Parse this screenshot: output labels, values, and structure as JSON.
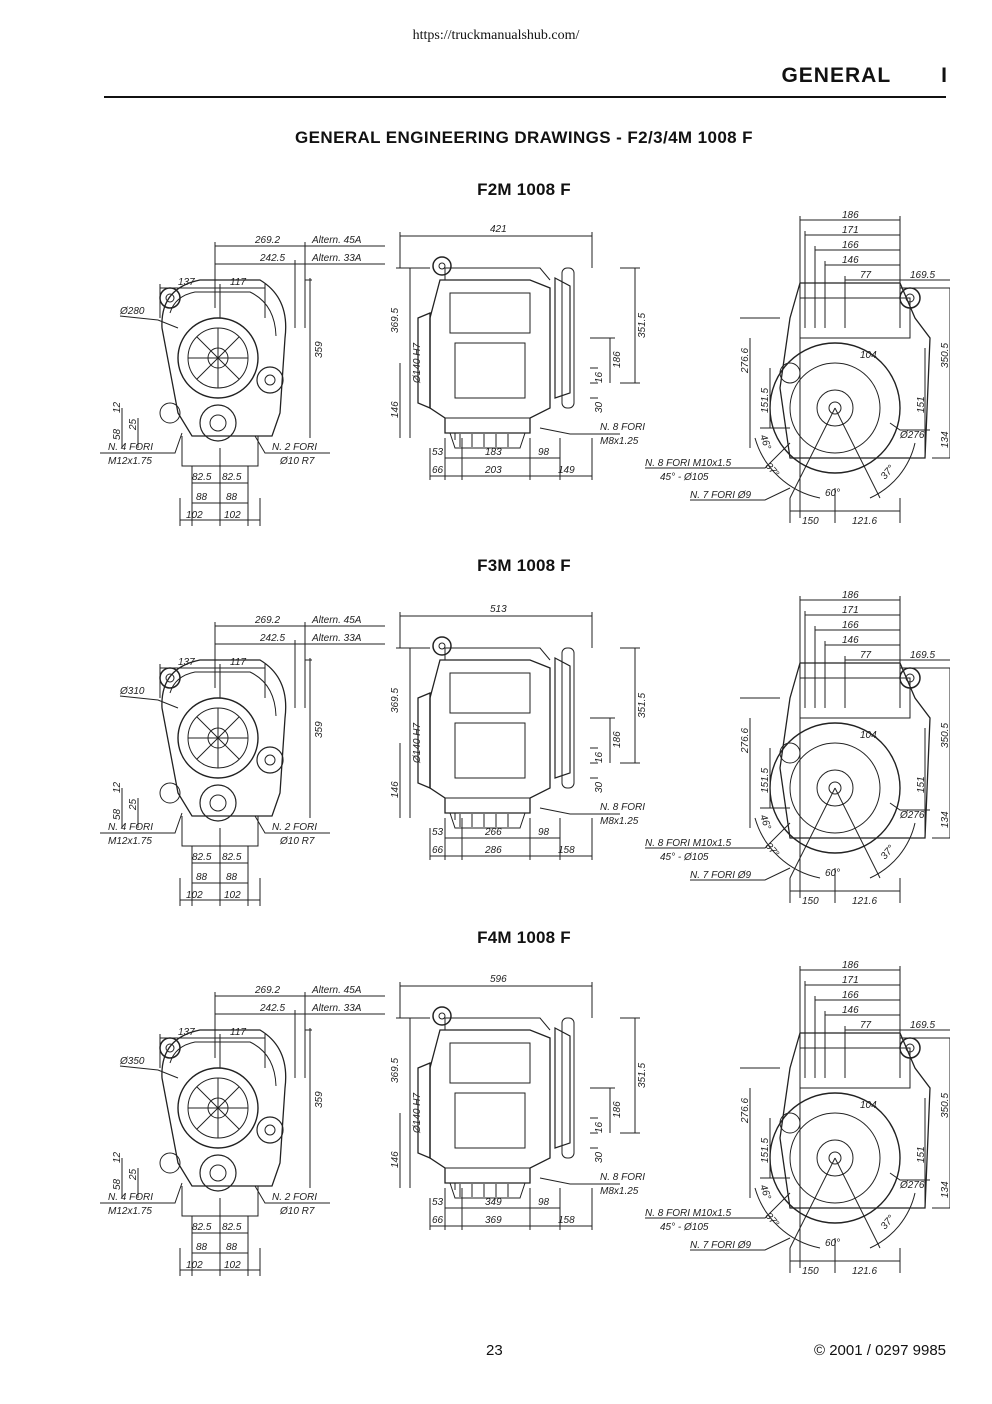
{
  "header": {
    "url": "https://truckmanualshub.com/",
    "section_title": "GENERAL",
    "section_number": "I"
  },
  "page_title": "GENERAL ENGINEERING DRAWINGS - F2/3/4M 1008 F",
  "common_dims": {
    "alt45": "269.2",
    "alt45_label": "Altern. 45A",
    "alt33": "242.5",
    "alt33_label": "Altern. 33A",
    "d137": "137",
    "d117": "117",
    "d359": "359",
    "d58": "58",
    "d12": "12",
    "d25": "25",
    "holes4": "N. 4 FORI",
    "m12": "M12x1.75",
    "holes2": "N. 2 FORI",
    "r10": "Ø10 R7",
    "d825a": "82.5",
    "d825b": "82.5",
    "d88a": "88",
    "d88b": "88",
    "d102a": "102",
    "d102b": "102",
    "d369": "369.5",
    "d140": "Ø140 H7",
    "d146": "146",
    "d3515": "351.5",
    "d186v": "186",
    "d16": "16",
    "d30": "30",
    "d53": "53",
    "d66": "66",
    "holes8": "N. 8 FORI",
    "m8": "M8x1.25",
    "r186": "186",
    "r171": "171",
    "r166": "166",
    "r146": "146",
    "r77": "77",
    "r1695": "169.5",
    "r2766": "276.6",
    "r1515": "151.5",
    "r104": "104",
    "r3505": "350.5",
    "r151": "151",
    "r276": "Ø276",
    "r134": "134",
    "r46": "46°",
    "r37a": "37°",
    "r37b": "37°",
    "r60": "60°",
    "rholes8": "N. 8 FORI M10x1.5",
    "r45": "45° - Ø105",
    "rholes7": "N. 7 FORI Ø9",
    "r150": "150",
    "r1216": "121.6"
  },
  "models": [
    {
      "name": "F2M 1008 F",
      "fan_dia": "Ø280",
      "length": "421",
      "d_inner": "183",
      "d_total": "203",
      "d98": "98",
      "d_end": "149"
    },
    {
      "name": "F3M 1008 F",
      "fan_dia": "Ø310",
      "length": "513",
      "d_inner": "266",
      "d_total": "286",
      "d98": "98",
      "d_end": "158"
    },
    {
      "name": "F4M 1008 F",
      "fan_dia": "Ø350",
      "length": "596",
      "d_inner": "349",
      "d_total": "369",
      "d98": "98",
      "d_end": "158"
    }
  ],
  "footer": {
    "page_number": "23",
    "copyright": "© 2001 / 0297 9985"
  }
}
